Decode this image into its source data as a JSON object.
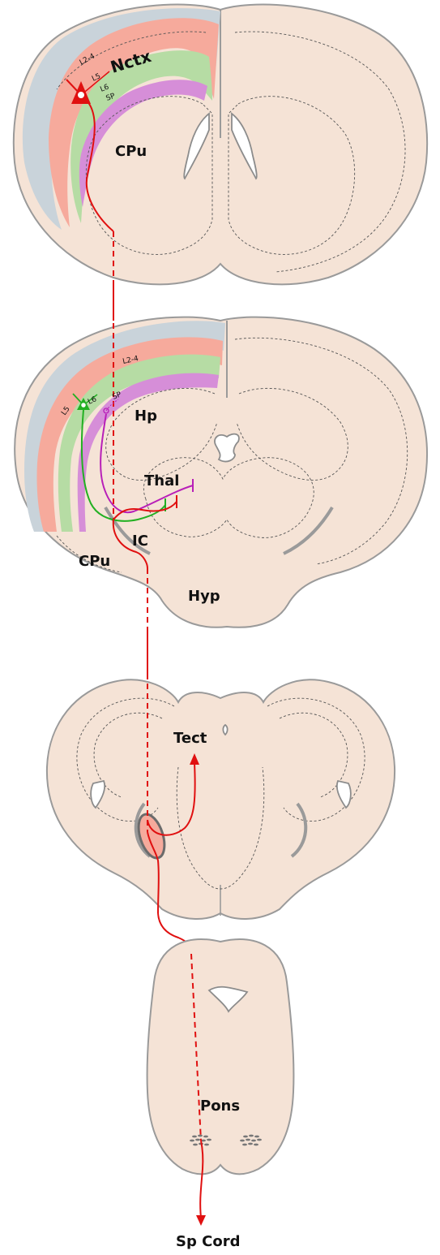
{
  "sections": {
    "s1": {
      "nctx": "Nctx",
      "cpu": "CPu",
      "l24": "L2-4",
      "l5": "L5",
      "l6": "L6",
      "sp": "SP"
    },
    "s2": {
      "l24": "L2-4",
      "l5": "L5",
      "l6": "L6",
      "sp": "SP",
      "hp": "Hp",
      "thal": "Thal",
      "ic": "IC",
      "cpu": "CPu",
      "hyp": "Hyp"
    },
    "s3": {
      "tect": "Tect"
    },
    "s4": {
      "pons": "Pons"
    },
    "s5": {
      "spcord": "Sp Cord"
    }
  },
  "colors": {
    "tissue": "#f5e3d6",
    "outline": "#9a9a9a",
    "layer_l24": "#c9d3da",
    "layer_l5": "#f6aa9c",
    "layer_l6": "#b6dca4",
    "layer_sp": "#d68ed8",
    "l5_neuron": "#e01010",
    "l6_neuron": "#22b022",
    "sp_neuron": "#b81fb8"
  },
  "icons": [
    "pyramidal-neuron-icon",
    "axon-terminal-icon",
    "arrowhead-icon"
  ]
}
